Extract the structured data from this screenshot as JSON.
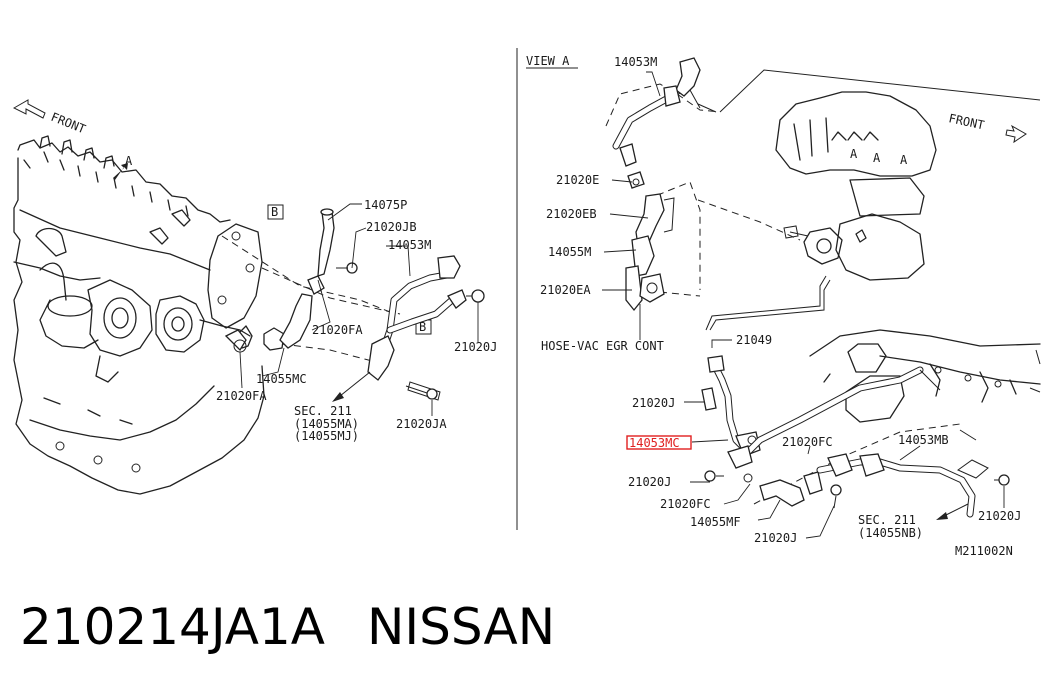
{
  "diagram": {
    "left_view": {
      "front_arrow_label": "FRONT",
      "view_marker": "A",
      "box_marker_1": "B",
      "box_marker_2": "B",
      "parts": [
        "14075P",
        "21020JB",
        "14053M",
        "21020FA",
        "21020J",
        "14055MC",
        "21020FA",
        "21020JA"
      ],
      "section_ref": [
        "SEC. 211",
        "(14055MA)",
        "(14055MJ)"
      ]
    },
    "right_view": {
      "view_title": "VIEW A",
      "front_arrow_label": "FRONT",
      "engine_markers": [
        "A",
        "A",
        "A"
      ],
      "parts_top": [
        "14053M",
        "21020E",
        "21020EB",
        "14055M",
        "21020EA"
      ],
      "hose_label": "HOSE-VAC EGR CONT",
      "parts_bottom": [
        "21049",
        "21020J",
        "14053MC",
        "21020FC",
        "14053MB",
        "21020J",
        "21020FC",
        "14055MF",
        "21020J",
        "21020J"
      ],
      "section_ref": [
        "SEC. 211",
        "(14055NB)"
      ],
      "highlighted_part": "14053MC",
      "highlight_color": "#e02020",
      "diagram_code": "M211002N"
    }
  },
  "caption": {
    "part_number": "210214JA1A",
    "brand": "NISSAN"
  }
}
